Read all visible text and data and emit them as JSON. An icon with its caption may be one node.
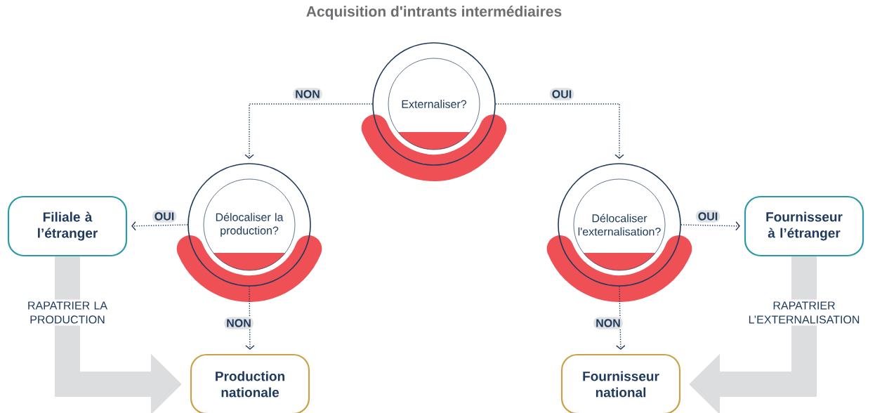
{
  "diagram": {
    "title": "Acquisition d'intrants intermédiaires",
    "nodes": [
      {
        "text": [
          "Externaliser?"
        ]
      },
      {
        "text": [
          "Délocaliser la production?"
        ]
      },
      {
        "text": [
          "Délocaliser l'externalisation?"
        ]
      },
      {
        "text": [
          "Filiale à l’étranger"
        ]
      },
      {
        "text": [
          "Fournisseur à l’étranger"
        ]
      },
      {
        "text": [
          "Production nationale"
        ]
      },
      {
        "text": [
          "Fournisseur national"
        ]
      }
    ],
    "edges": [
      {
        "from": 0,
        "to": 1,
        "arrow": "to",
        "label": "NON",
        "style": "dashed"
      },
      {
        "from": 0,
        "to": 2,
        "arrow": "to",
        "label": "OUI",
        "style": "dashed"
      },
      {
        "from": 1,
        "to": 3,
        "arrow": "to",
        "label": "OUI",
        "style": "dashed"
      },
      {
        "from": 1,
        "to": 5,
        "arrow": "to",
        "label": "NON",
        "style": "dashed"
      },
      {
        "from": 2,
        "to": 4,
        "arrow": "to",
        "label": "OUI",
        "style": "dashed"
      },
      {
        "from": 2,
        "to": 6,
        "arrow": "to",
        "label": "NON",
        "style": "dashed"
      },
      {
        "from": 3,
        "to": 5,
        "arrow": "to",
        "label": "RAPATRIER LA PRODUCTION",
        "style": "thick",
        "color": "#dcdddf"
      },
      {
        "from": 4,
        "to": 6,
        "arrow": "to",
        "label": "RAPATRIER L’EXTERNALISATION",
        "style": "thick",
        "color": "#dcdddf"
      }
    ]
  }
}
